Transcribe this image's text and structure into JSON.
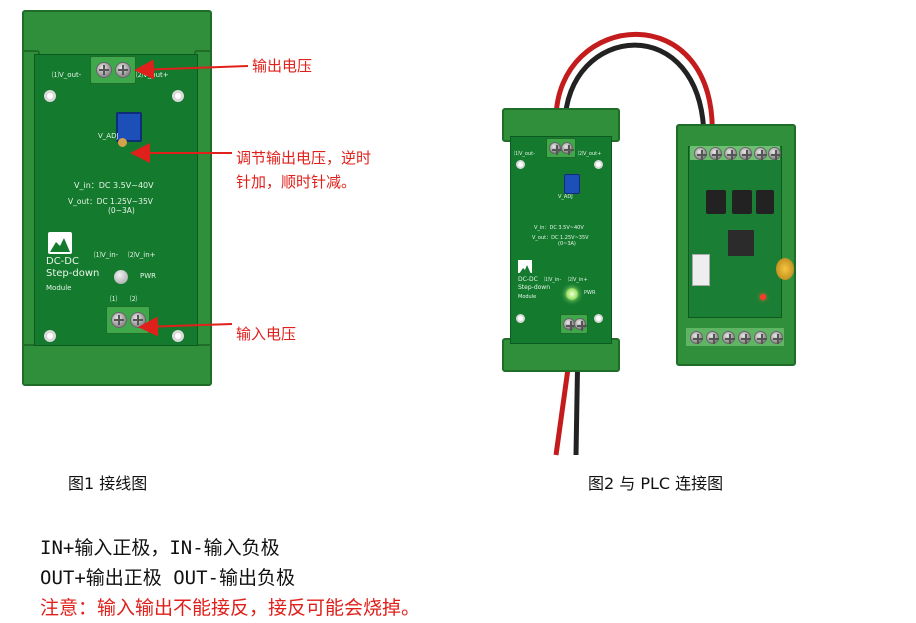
{
  "figure1": {
    "caption": "图1 接线图",
    "board": {
      "out_minus_label": "⑴V_out-",
      "out_plus_label": "⑵V_out+",
      "adj_label": "V_ADJ",
      "vin_label": "V_in：DC 3.5V~40V",
      "vout_label": "V_out：DC 1.25V~35V",
      "vout_current": "(0~3A)",
      "brand_line1": "DC-DC",
      "brand_line2": "Step-down",
      "brand_line3": "Module",
      "in_minus_label": "⑴V_in-",
      "in_plus_label": "⑵V_in+",
      "pwr_label": "PWR",
      "term_1": "⑴",
      "term_2": "⑵"
    },
    "callouts": {
      "output_voltage": "输出电压",
      "adjust_line1": "调节输出电压，逆时",
      "adjust_line2": "针加，顺时针减。",
      "input_voltage": "输入电压"
    }
  },
  "figure2": {
    "caption": "图2 与 PLC 连接图",
    "board": {
      "out_minus_label": "⑴V_out-",
      "out_plus_label": "⑵V_out+",
      "adj_label": "V_ADJ",
      "vin_label": "V_in：DC 3.5V~40V",
      "vout_label": "V_out：DC 1.25V~35V",
      "vout_current": "(0~3A)",
      "brand_line1": "DC-DC",
      "brand_line2": "Step-down",
      "brand_line3": "Module",
      "in_minus_label": "⑴V_in-",
      "in_plus_label": "⑵V_in+",
      "pwr_label": "PWR"
    }
  },
  "notes": {
    "line1": "IN+输入正极，IN-输入负极",
    "line2": "OUT+输出正极 OUT-输出负极",
    "line3": "注意：输入输出不能接反，接反可能会烧掉。"
  },
  "colors": {
    "warning": "#e0201b",
    "pcb_green": "#137a2e",
    "rail_green": "#2f8f3a"
  }
}
